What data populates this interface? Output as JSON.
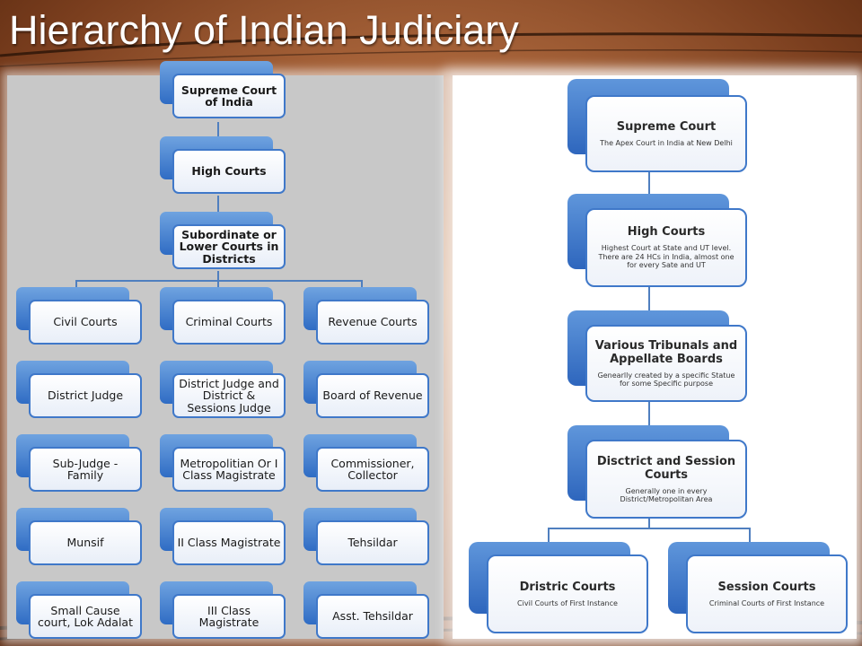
{
  "title": "Hierarchy of Indian Judiciary",
  "left_chart": {
    "top": [
      "Supreme Court of India",
      "High Courts",
      "Subordinate or Lower Courts in Districts"
    ],
    "columns": [
      [
        "Civil Courts",
        "District Judge",
        "Sub-Judge - Family",
        "Munsif",
        "Small Cause court, Lok Adalat"
      ],
      [
        "Criminal Courts",
        "District Judge and District & Sessions Judge",
        "Metropolitian Or I Class Magistrate",
        "II Class Magistrate",
        "III Class Magistrate"
      ],
      [
        "Revenue Courts",
        "Board of Revenue",
        "Commissioner, Collector",
        "Tehsildar",
        "Asst. Tehsildar"
      ]
    ]
  },
  "right_chart": {
    "levels": [
      {
        "title": "Supreme Court",
        "desc": "The Apex Court in India at New Delhi"
      },
      {
        "title": "High Courts",
        "desc": "Highest Court at State and UT level. There are 24 HCs in India, almost one for every Sate and UT"
      },
      {
        "title": "Various Tribunals and Appellate Boards",
        "desc": "Genearlly created by a specific Statue for some Specific purpose"
      },
      {
        "title": "Disctrict and Session Courts",
        "desc": "Generally one in every District/Metropolitan Area"
      }
    ],
    "branches": [
      {
        "title": "Dristric Courts",
        "desc": "Civil Courts of First Instance"
      },
      {
        "title": "Session Courts",
        "desc": "Criminal Courts of First Instance"
      }
    ]
  },
  "colors": {
    "box_border": "#3f78c9",
    "box_back": "#2f6cc4",
    "connector": "#4f7fbf",
    "background": "#a8643a"
  }
}
